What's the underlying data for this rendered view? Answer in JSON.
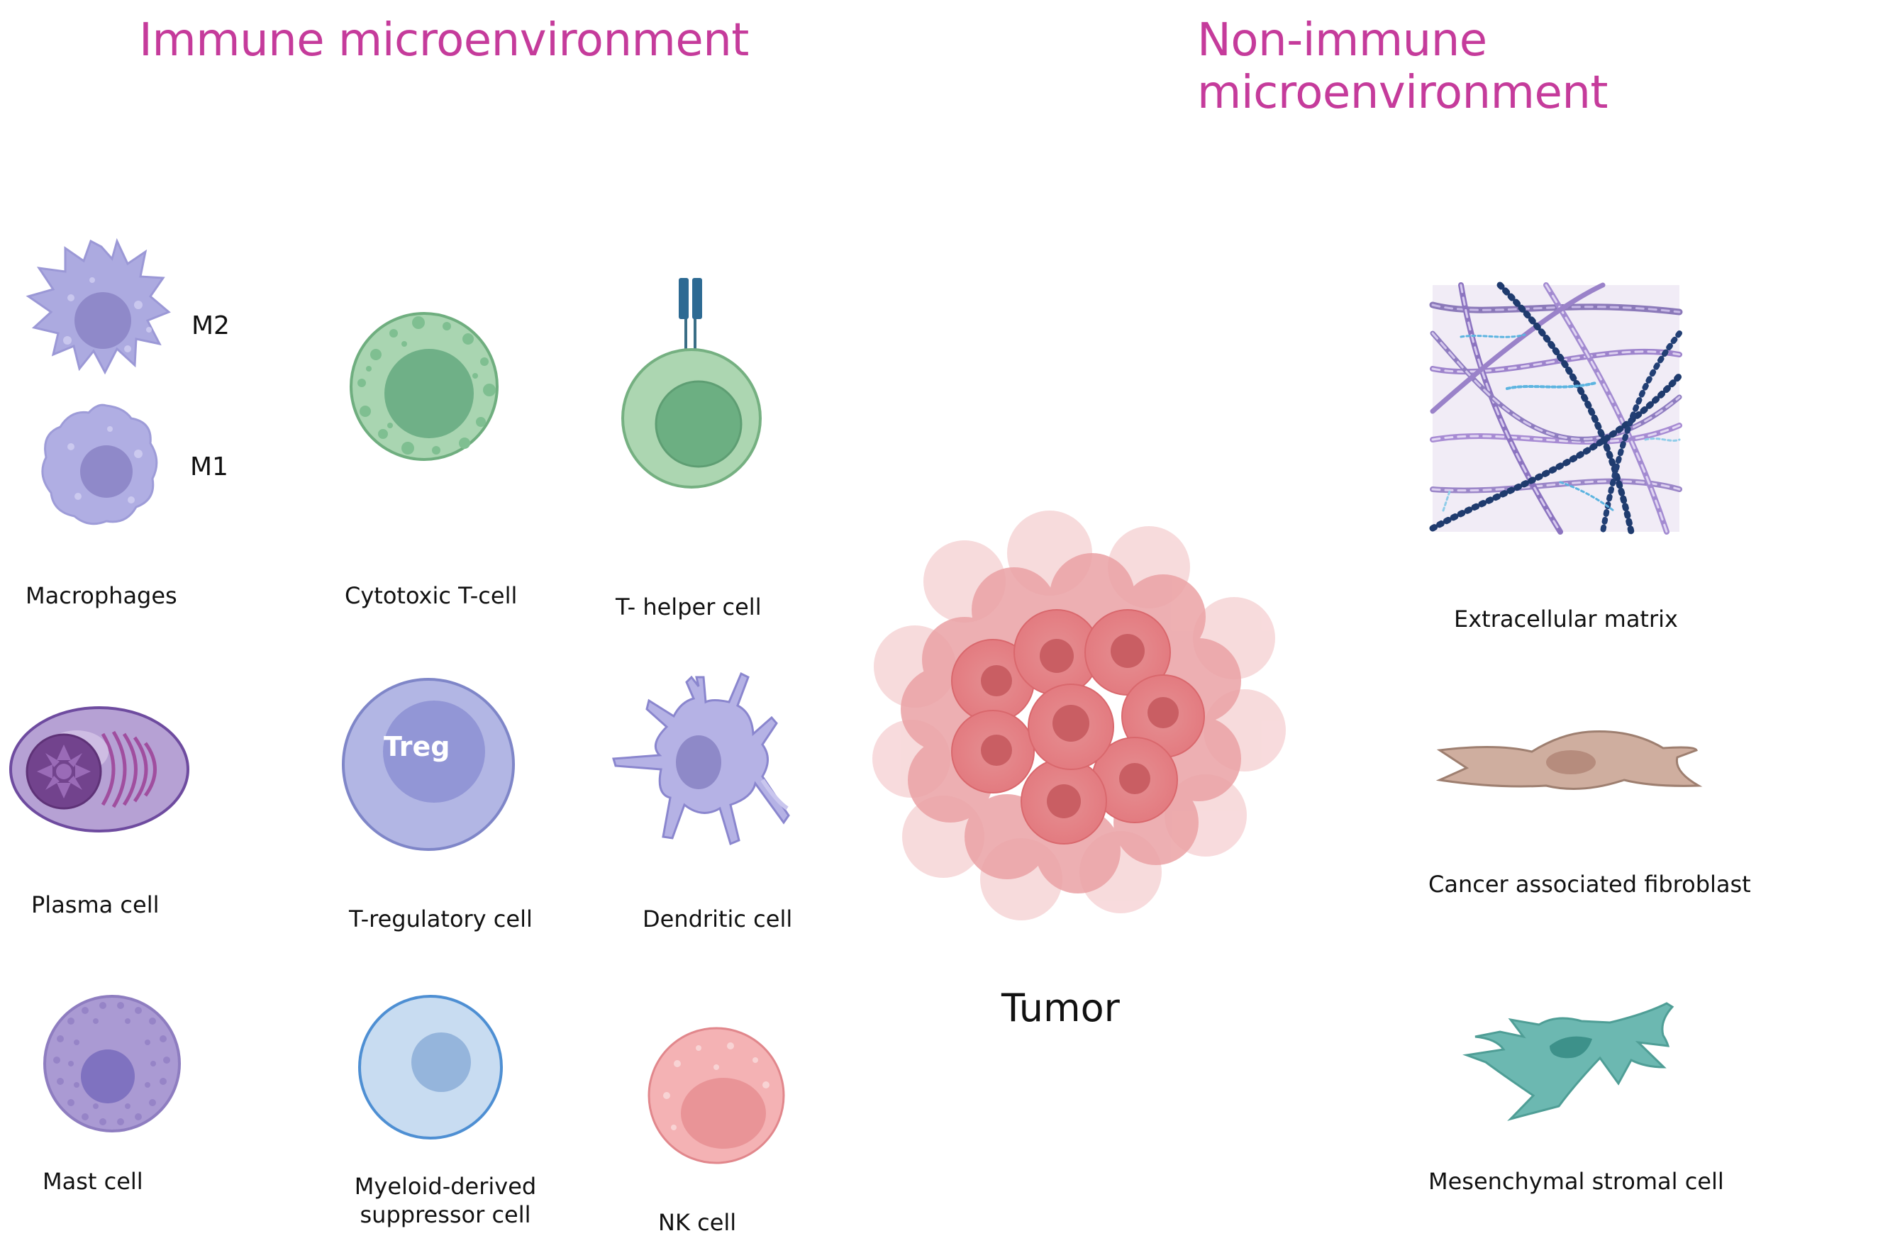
{
  "colors": {
    "heading": "#c53b9b",
    "tumor": "#e0787c",
    "t_cell_green": "#6fb588",
    "macrophage_purple": "#aaaadf",
    "treg_blue": "#8f93d7",
    "nk_pink": "#f2a9ab",
    "msc_teal": "#6bb8b0",
    "fibroblast_tan": "#c9a89c"
  },
  "headings": {
    "immune": "Immune microenvironment",
    "non_immune": "Non-immune microenvironment"
  },
  "immune_cells": {
    "m2": "M2",
    "m1": "M1",
    "macrophages": "Macrophages",
    "cytotoxic": "Cytotoxic T-cell",
    "t_helper": "T- helper cell",
    "plasma": "Plasma cell",
    "treg_badge": "Treg",
    "treg": "T-regulatory cell",
    "dendritic": "Dendritic cell",
    "mast": "Mast cell",
    "mdsc_line1": "Myeloid-derived",
    "mdsc_line2": "suppressor cell",
    "nk": "NK cell"
  },
  "tumor": {
    "label": "Tumor"
  },
  "non_immune": {
    "ecm": "Extracellular matrix",
    "caf": "Cancer associated fibroblast",
    "msc": "Mesenchymal stromal cell"
  }
}
